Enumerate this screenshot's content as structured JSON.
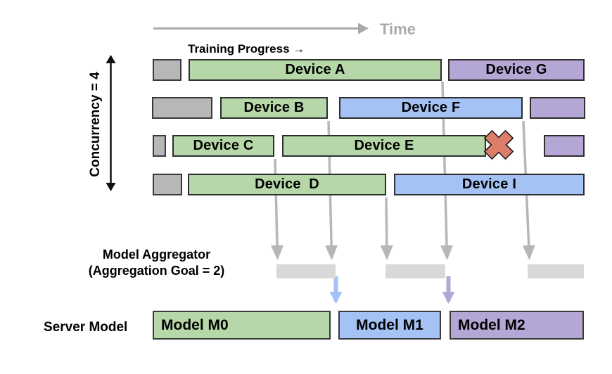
{
  "labels": {
    "time": "Time",
    "training_progress": "Training Progress →",
    "concurrency": "Concurrency = 4",
    "aggregator_line1": "Model Aggregator",
    "aggregator_line2": "(Aggregation Goal = 2)",
    "server_model": "Server Model"
  },
  "timeline": {
    "rows": [
      {
        "bars": [
          {
            "label": "",
            "color": "gray"
          },
          {
            "label": "Device A",
            "color": "green"
          },
          {
            "label": "Device G",
            "color": "purple"
          }
        ]
      },
      {
        "bars": [
          {
            "label": "",
            "color": "gray"
          },
          {
            "label": "Device B",
            "color": "green"
          },
          {
            "label": "Device F",
            "color": "blue"
          },
          {
            "label": "",
            "color": "purple"
          }
        ]
      },
      {
        "bars": [
          {
            "label": "",
            "color": "gray"
          },
          {
            "label": "Device C",
            "color": "green"
          },
          {
            "label": "Device E",
            "color": "green"
          },
          {
            "label": "",
            "color": "purple"
          }
        ]
      },
      {
        "bars": [
          {
            "label": "",
            "color": "gray"
          },
          {
            "label": "Device  D",
            "color": "green"
          },
          {
            "label": "Device I",
            "color": "blue"
          }
        ]
      }
    ],
    "failed_device": "Device E"
  },
  "aggregator": {
    "bar_count": 3,
    "incoming_arrows": [
      "Device C",
      "Device B",
      "Device D",
      "Device A",
      "Device F"
    ]
  },
  "server": {
    "models": [
      {
        "label": "Model M0",
        "color": "green"
      },
      {
        "label": "Model M1",
        "color": "blue"
      },
      {
        "label": "Model M2",
        "color": "purple"
      }
    ]
  },
  "colors": {
    "green": "#b6d7a8",
    "blue": "#a4c2f4",
    "purple": "#b4a7d6",
    "gray_bar": "#b7b7b7",
    "aggregator_bar": "#d9d9d9",
    "arrow_gray": "#b7b7b7",
    "time_gray": "#a9a9a9",
    "failure_x_red": "#dd7e6b"
  }
}
